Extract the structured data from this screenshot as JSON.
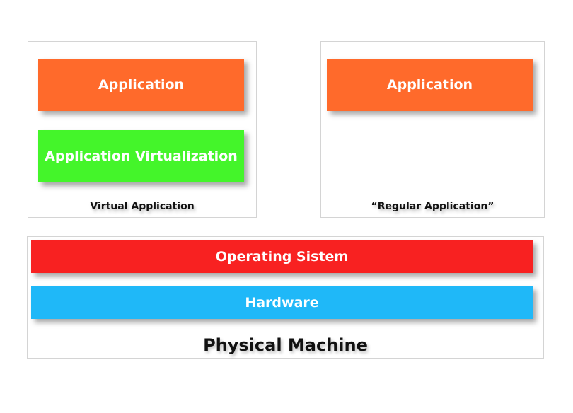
{
  "colors": {
    "application": "#ff6a2b",
    "app_virtualization": "#44f52a",
    "operating_system": "#f82121",
    "hardware": "#1fb8f8"
  },
  "virtual_side": {
    "application_label": "Application",
    "virtualization_label": "Application Virtualization",
    "caption": "Virtual Application"
  },
  "regular_side": {
    "application_label": "Application",
    "caption": "“Regular Application”"
  },
  "physical": {
    "os_label": "Operating Sistem",
    "hardware_label": "Hardware",
    "caption": "Physical Machine"
  }
}
